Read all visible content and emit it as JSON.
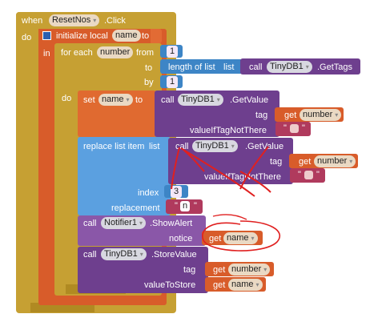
{
  "event": {
    "when": "when",
    "component": "ResetNos",
    "suffix": ".Click",
    "do": "do"
  },
  "init_local": {
    "label": "initialize local",
    "name": "name",
    "to": "to",
    "in": "in"
  },
  "foreach": {
    "label": "for each",
    "var": "number",
    "from": "from",
    "from_val": "1",
    "to": "to",
    "by": "by",
    "by_val": "1",
    "do": "do"
  },
  "length_of_list": {
    "label": "length of list",
    "list": "list"
  },
  "call_gettags": {
    "call": "call",
    "component": "TinyDB1",
    "method": ".GetTags"
  },
  "set_block": {
    "set": "set",
    "var": "name",
    "to": "to"
  },
  "call_getvalue": {
    "call": "call",
    "component": "TinyDB1",
    "method": ".GetValue",
    "tag": "tag",
    "valueIfTagNotThere": "valueIfTagNotThere"
  },
  "get_number": {
    "get": "get",
    "var": "number"
  },
  "empty_text": {
    "quote_open": "\"",
    "quote_close": "\""
  },
  "replace": {
    "label": "replace list item",
    "list": "list",
    "index": "index",
    "index_val": "3",
    "replacement": "replacement",
    "replacement_val": "n"
  },
  "call_getvalue2": {
    "call": "call",
    "component": "TinyDB1",
    "method": ".GetValue",
    "tag": "tag",
    "valueIfTagNotThere": "valueIfTagNotThere"
  },
  "showalert": {
    "call": "call",
    "component": "Notifier1",
    "method": ".ShowAlert",
    "notice": "notice"
  },
  "get_name": {
    "get": "get",
    "var": "name"
  },
  "storevalue": {
    "call": "call",
    "component": "TinyDB1",
    "method": ".StoreValue",
    "tag": "tag",
    "valueToStore": "valueToStore"
  },
  "colors": {
    "control": "#c6a033",
    "variable": "#d85c2a",
    "math": "#3d85c6",
    "component": "#6e3f8e",
    "text": "#b03a5d",
    "annotation": "#e02020"
  }
}
